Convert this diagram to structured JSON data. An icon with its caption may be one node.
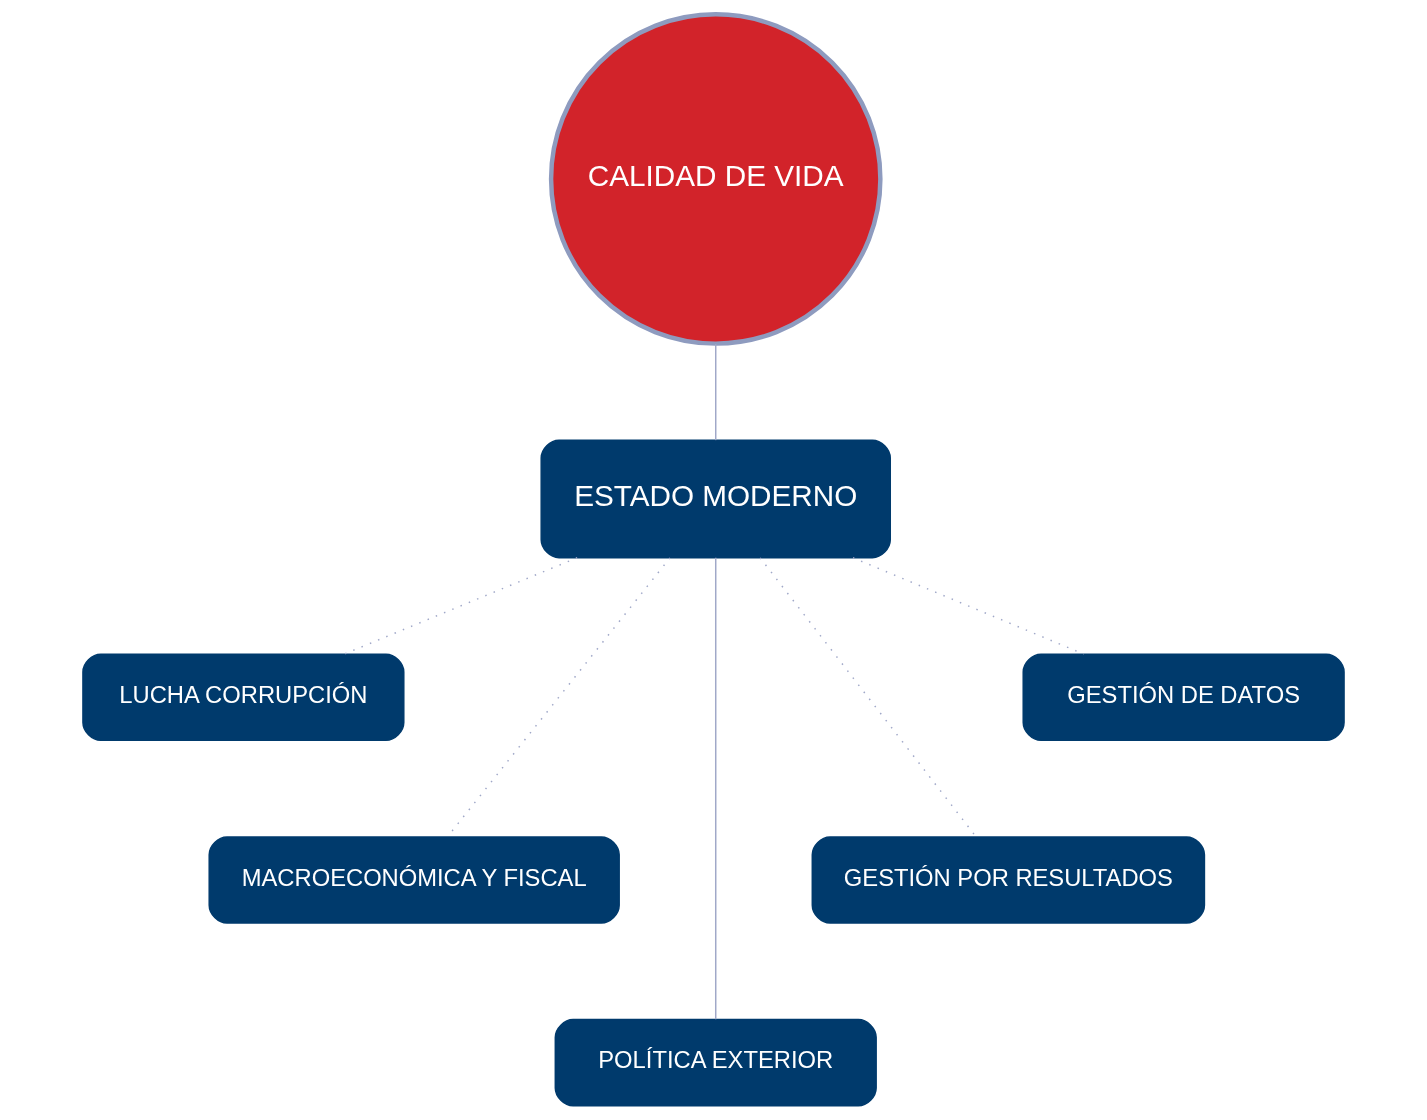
{
  "diagram": {
    "nodes": [
      {
        "text": [
          "CALIDAD DE VIDA"
        ]
      },
      {
        "text": [
          "ESTADO MODERNO"
        ]
      },
      {
        "text": [
          "LUCHA CORRUPCIÓN"
        ]
      },
      {
        "text": [
          "GESTIÓN DE DATOS"
        ]
      },
      {
        "text": [
          "MACROECONÓMICA Y FISCAL"
        ]
      },
      {
        "text": [
          "GESTIÓN POR RESULTADOS"
        ]
      },
      {
        "text": [
          "POLÍTICA EXTERIOR"
        ]
      }
    ],
    "edges": [
      {
        "from": 0,
        "to": 1,
        "arrow": "none"
      },
      {
        "from": 1,
        "to": 2,
        "arrow": "none",
        "style": "dashed"
      },
      {
        "from": 1,
        "to": 3,
        "arrow": "none",
        "style": "dashed"
      },
      {
        "from": 1,
        "to": 4,
        "arrow": "none",
        "style": "dashed"
      },
      {
        "from": 1,
        "to": 5,
        "arrow": "none",
        "style": "dashed"
      },
      {
        "from": 1,
        "to": 6,
        "arrow": "none"
      }
    ]
  }
}
